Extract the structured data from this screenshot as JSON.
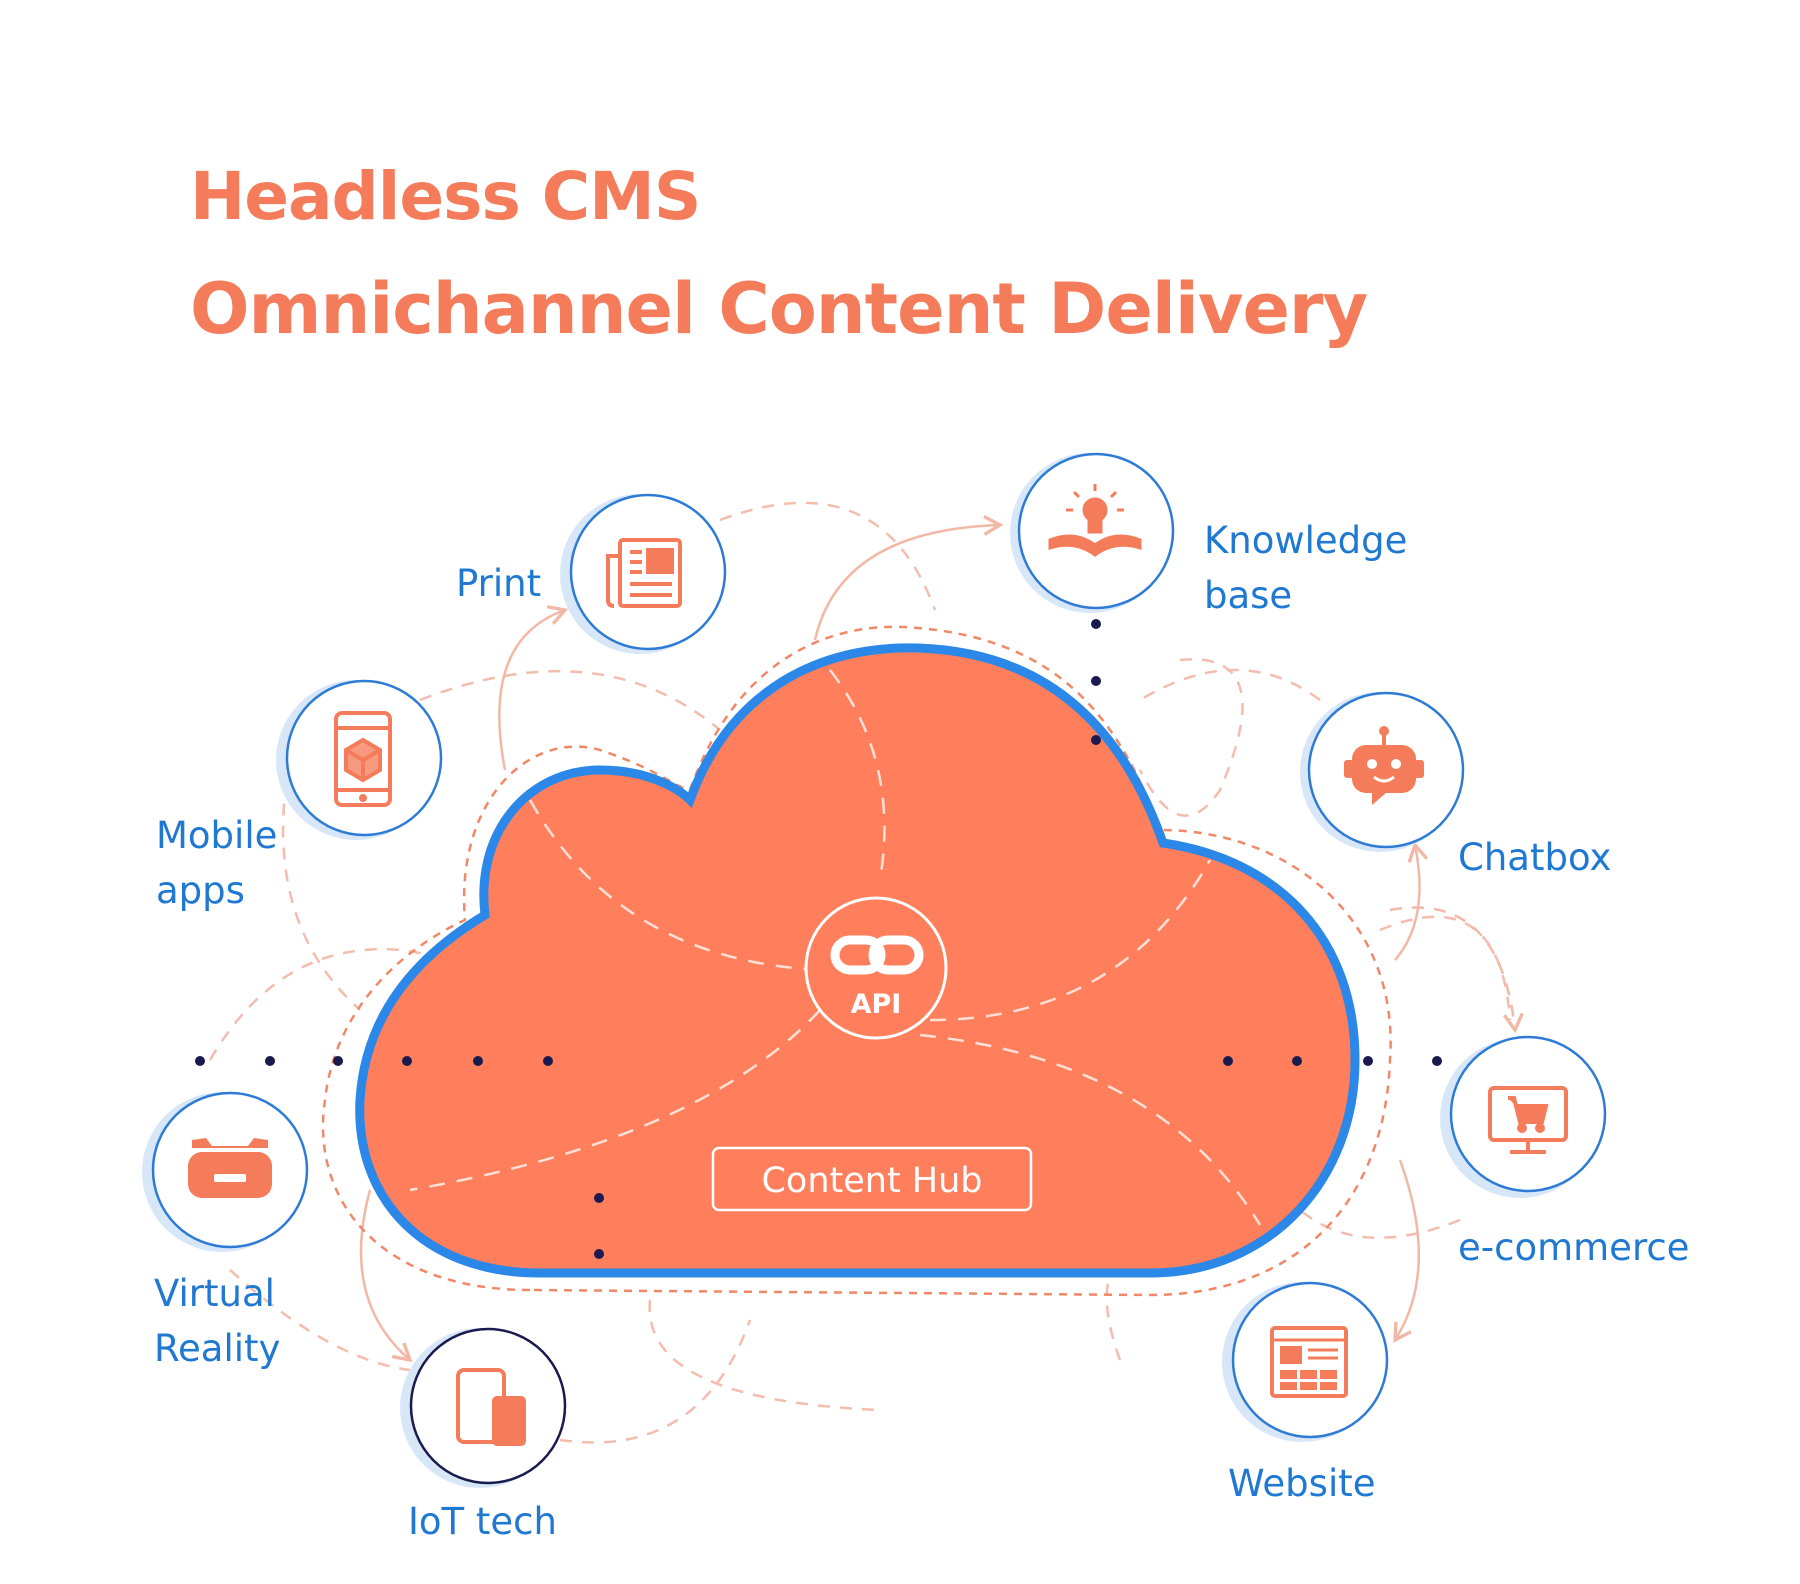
{
  "title": {
    "line1": "Headless CMS",
    "line2": "Omnichannel Content Delivery"
  },
  "hub": {
    "api_label": "API",
    "content_hub_label": "Content Hub"
  },
  "channels": {
    "print": {
      "label_line1": "Print",
      "icon": "newspaper-icon"
    },
    "knowledge_base": {
      "label_line1": "Knowledge",
      "label_line2": "base",
      "icon": "lightbulb-book-icon"
    },
    "mobile_apps": {
      "label_line1": "Mobile",
      "label_line2": "apps",
      "icon": "smartphone-cube-icon"
    },
    "chatbox": {
      "label_line1": "Chatbox",
      "icon": "robot-chat-icon"
    },
    "virtual_reality": {
      "label_line1": "Virtual",
      "label_line2": "Reality",
      "icon": "vr-headset-icon"
    },
    "ecommerce": {
      "label_line1": "e-commerce",
      "icon": "monitor-cart-icon"
    },
    "iot_tech": {
      "label_line1": "IoT tech",
      "icon": "devices-icon"
    },
    "website": {
      "label_line1": "Website",
      "icon": "webpage-layout-icon"
    }
  },
  "colors": {
    "accent": "#F47C5A",
    "cloud_fill": "#FF7F5C",
    "cloud_border": "#2B87E8",
    "label_blue": "#1F78D1",
    "circle_border": "#2E7BD6",
    "circle_shadow": "#D6E6F8",
    "dot": "#1A1A4E"
  }
}
